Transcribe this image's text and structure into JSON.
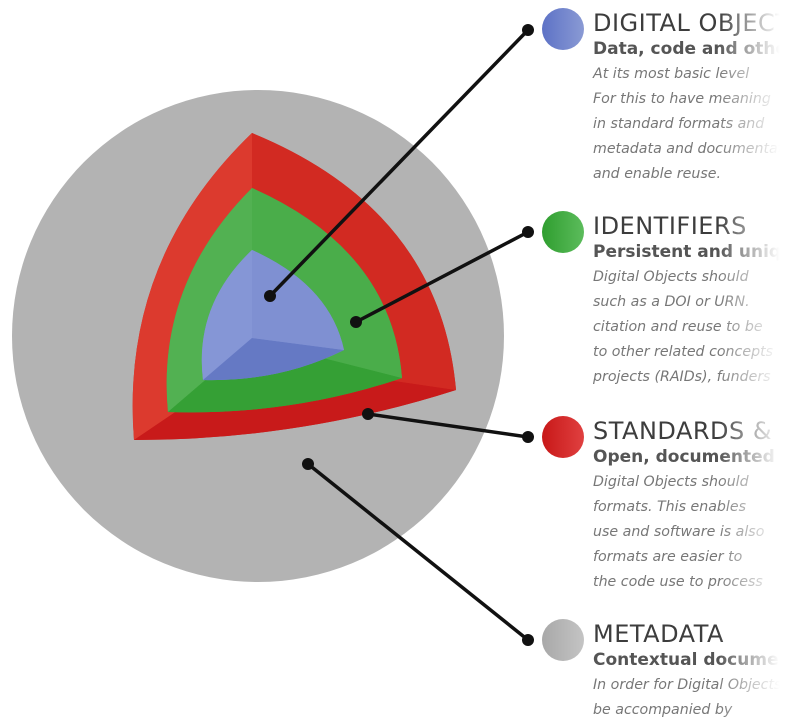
{
  "layers": [
    {
      "id": "digital-object",
      "title": "DIGITAL OBJECTS",
      "subtitle": "Data, code and other",
      "description": [
        "At its most basic level",
        "For this to have meaning",
        "in standard formats and",
        "metadata and documentation",
        "and enable reuse."
      ],
      "color": "#6c80c8"
    },
    {
      "id": "identifiers",
      "title": "IDENTIFIERS",
      "subtitle": "Persistent and unique",
      "description": [
        "Digital Objects should",
        "such as a DOI or URN.",
        "citation and reuse to be",
        "to other related concepts",
        "projects (RAIDs), funders"
      ],
      "color": "#3aa83a"
    },
    {
      "id": "standards",
      "title": "STANDARDS & CODE",
      "subtitle": "Open, documented",
      "description": [
        "Digital Objects should",
        "formats. This enables",
        "use and software is also",
        "formats are easier to",
        "the code use to process"
      ],
      "color": "#d42424"
    },
    {
      "id": "metadata",
      "title": "METADATA",
      "subtitle": "Contextual documentation",
      "description": [
        "In order for Digital Objects",
        "be accompanied by"
      ],
      "color": "#b5b5b5"
    }
  ]
}
